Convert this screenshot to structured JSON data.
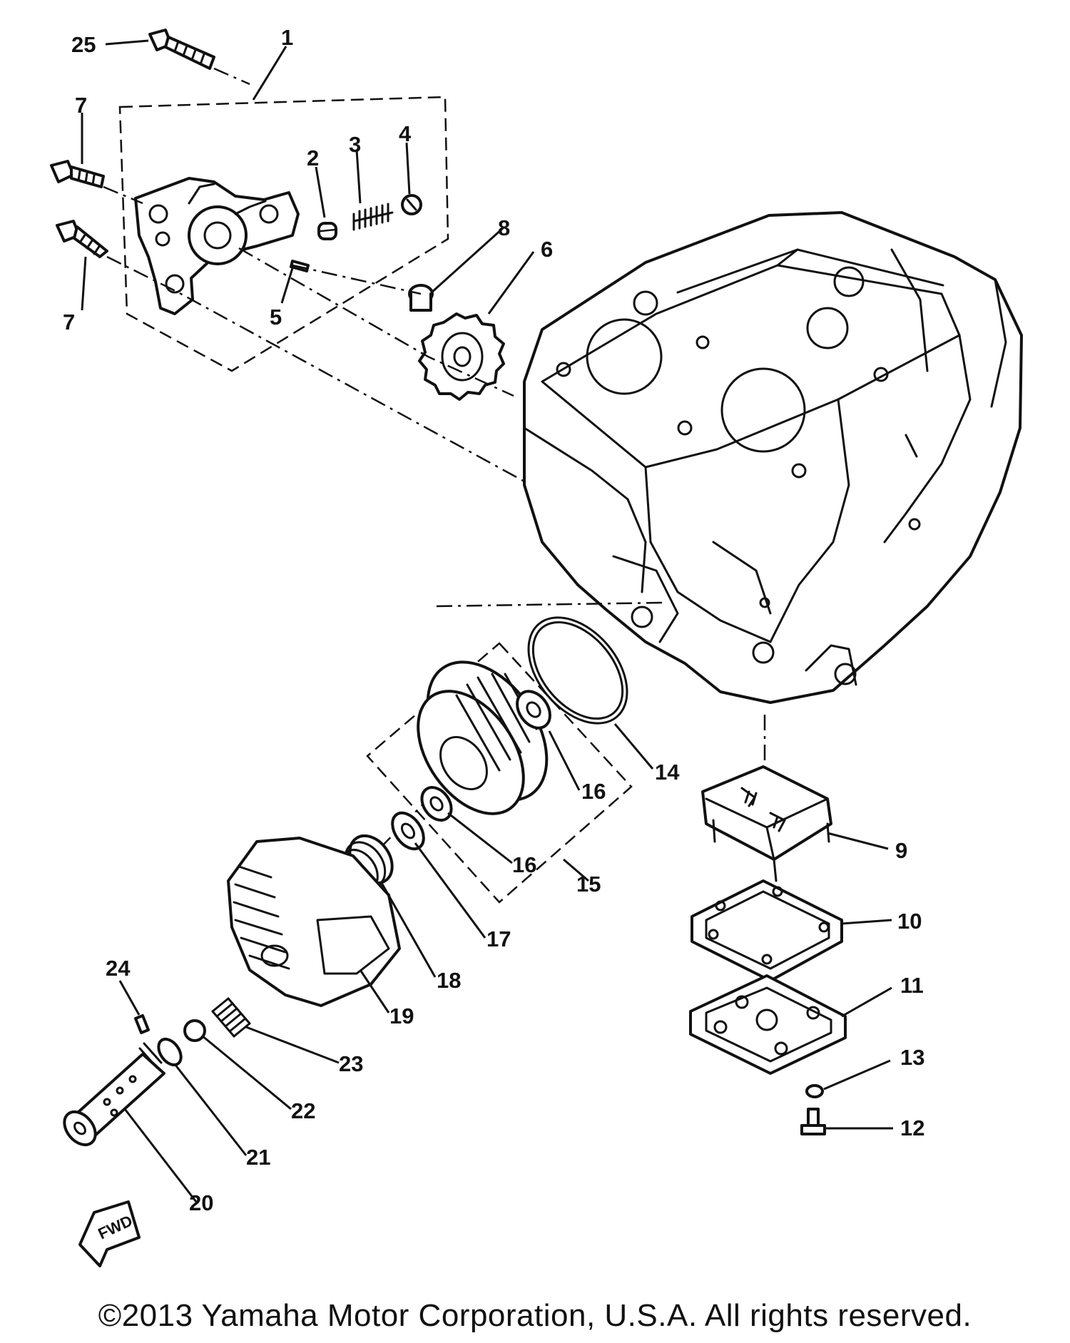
{
  "callouts": [
    "1",
    "2",
    "3",
    "4",
    "5",
    "6",
    "7",
    "7",
    "8",
    "9",
    "10",
    "11",
    "12",
    "13",
    "14",
    "15",
    "16",
    "16",
    "17",
    "18",
    "19",
    "20",
    "21",
    "22",
    "23",
    "24",
    "25"
  ],
  "arrow_label": "FWD",
  "copyright": "©2013 Yamaha Motor Corporation, U.S.A. All rights reserved.",
  "ink_color": "#111111"
}
